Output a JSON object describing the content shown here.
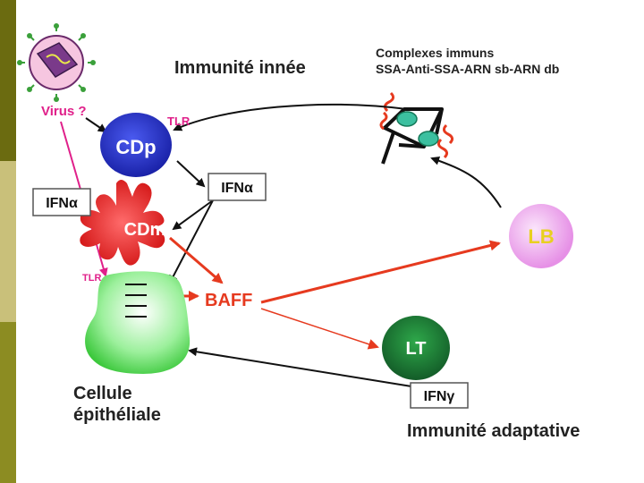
{
  "title_innate": "Immunité innée",
  "title_adaptive": "Immunité adaptative",
  "immune_complexes_line1": "Complexes immuns",
  "immune_complexes_line2": "SSA-Anti-SSA-ARN sb-ARN db",
  "virus_label": "Virus ?",
  "tlr_top": "TLR",
  "tlr_left": "TLR",
  "cdp": "CDp",
  "cdm": "CDm",
  "ifn_alpha_right": "IFNα",
  "ifn_alpha_left": "IFNα",
  "baff": "BAFF",
  "lb": "LB",
  "lt": "LT",
  "ifn_gamma": "IFNγ",
  "epithelial_line1": "Cellule",
  "epithelial_line2": "épithéliale",
  "colors": {
    "accent_red": "#e63a1f",
    "magenta": "#e0208a",
    "cdp_blue": "#2233c8",
    "lt_green": "#1f8a3c",
    "lb_pink": "#f0b8f0",
    "cdm_red": "#e01a1a",
    "sidebar_dark": "#6b6b10",
    "sidebar_light": "#c9c07a",
    "sidebar_mid": "#8c8c22"
  }
}
